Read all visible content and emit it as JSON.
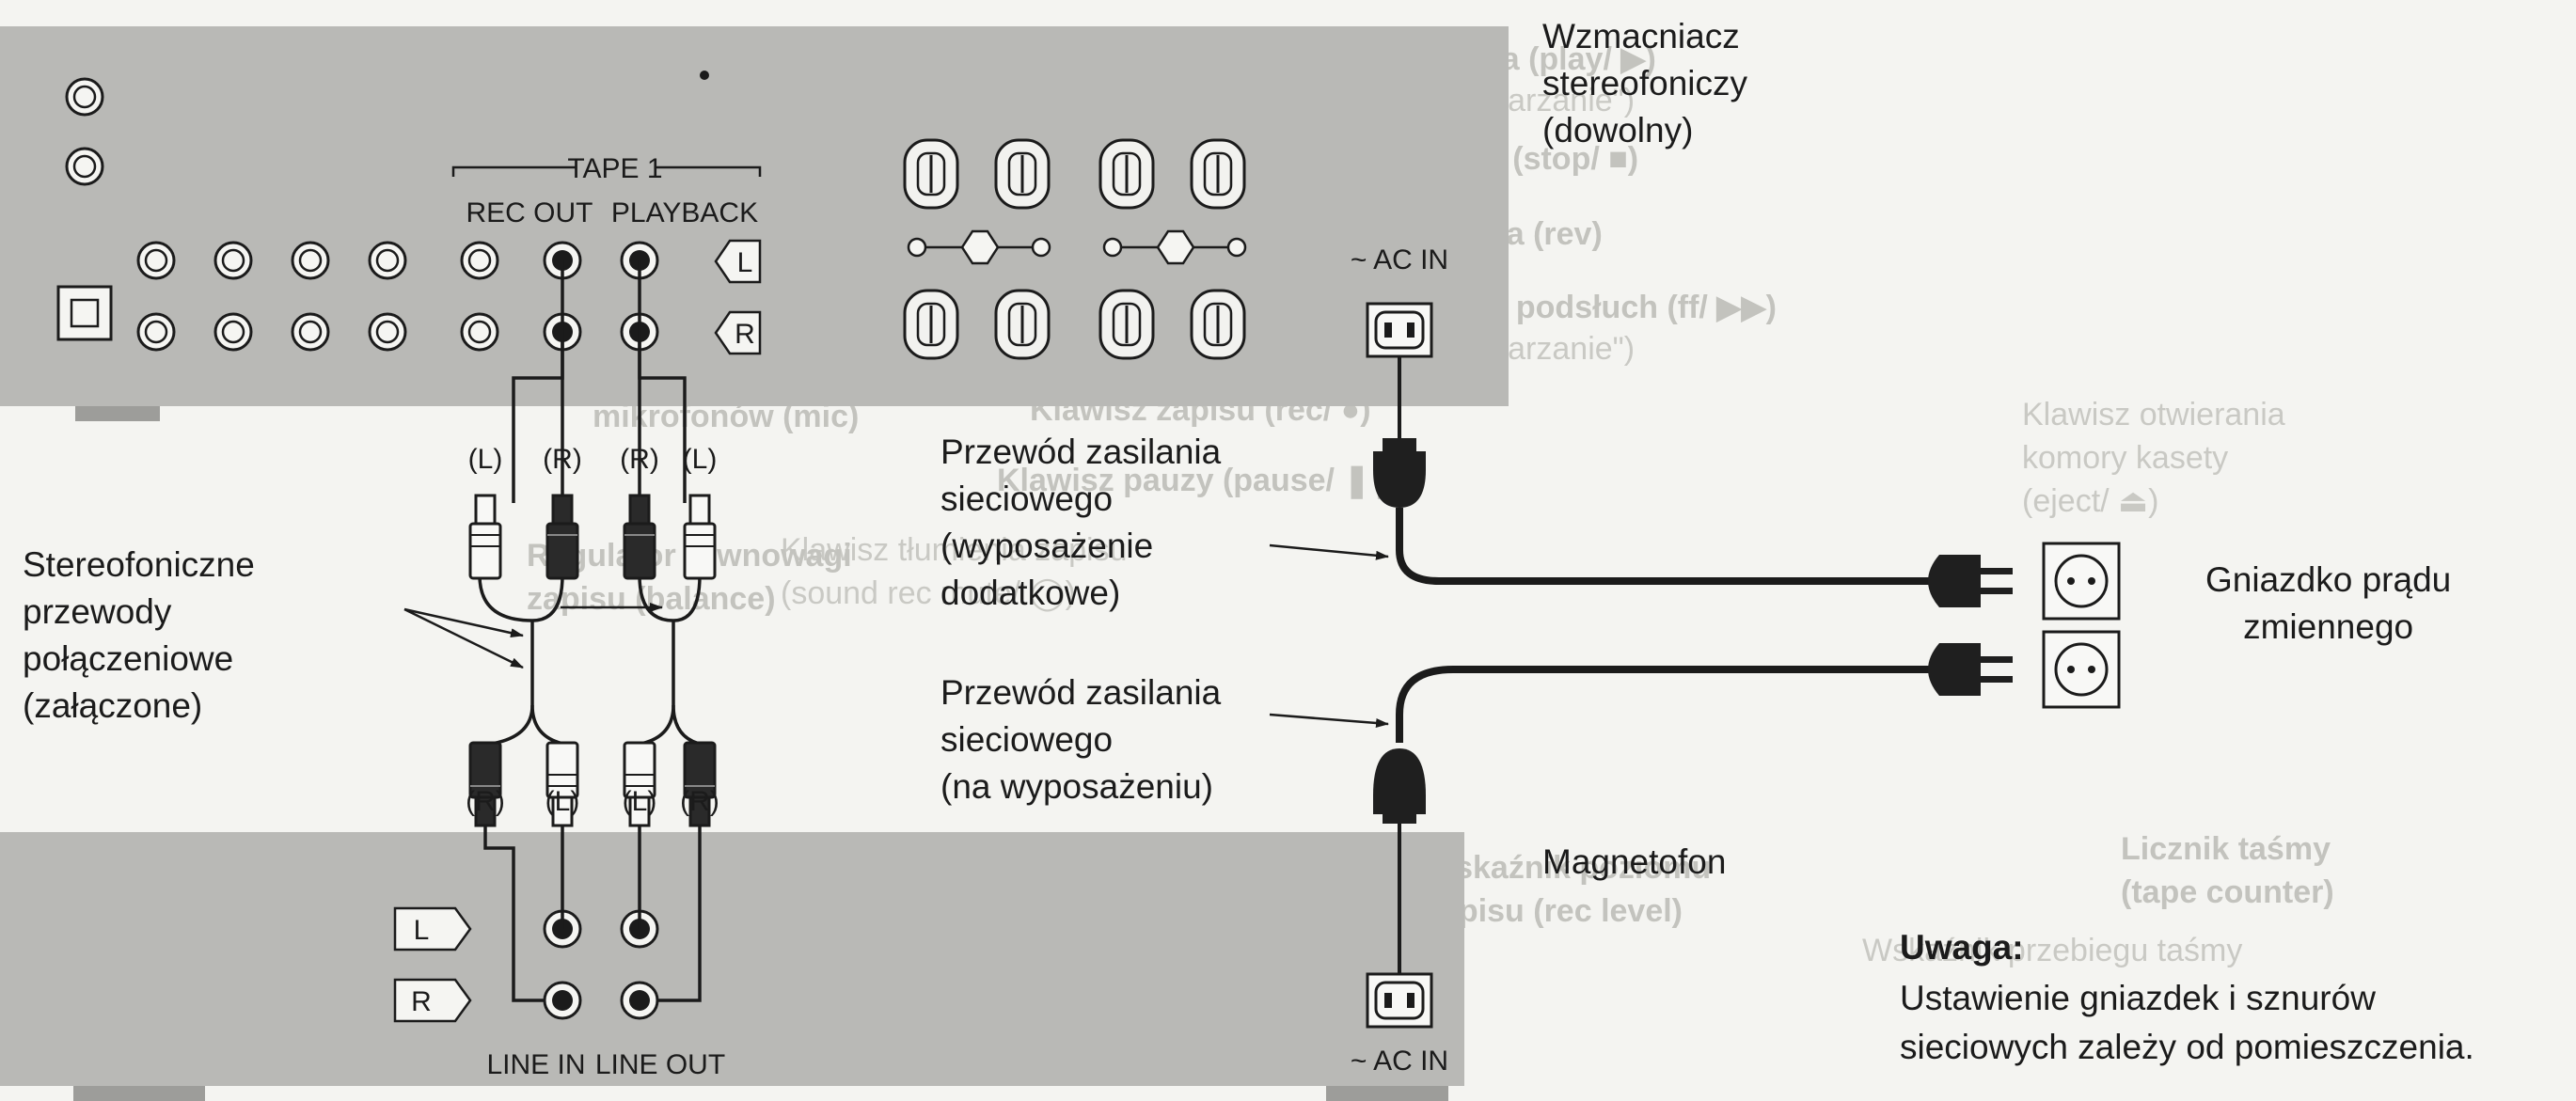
{
  "amplifier": {
    "tape_header": "TAPE 1",
    "rec_out": "REC OUT",
    "playback": "PLAYBACK",
    "ch_left": "L",
    "ch_right": "R",
    "ac_in": "~ AC IN",
    "label": "Wzmacniacz\nstereofoniczy\n(dowolny)"
  },
  "deck": {
    "ch_left": "L",
    "ch_right": "R",
    "line_in": "LINE IN",
    "line_out": "LINE OUT",
    "ac_in": "~ AC IN",
    "label": "Magnetofon"
  },
  "cables": {
    "upper_lr": [
      "(L)",
      "(R)",
      "(R)",
      "(L)"
    ],
    "lower_lr": [
      "(R)",
      "(L)",
      "(L)",
      "(R)"
    ],
    "stereo_label": "Stereofoniczne\nprzewody\npołączeniowe\n(załączone)"
  },
  "power": {
    "cord_optional": "Przewód zasilania\nsieciowego\n(wyposażenie\ndodatkowe)",
    "cord_included": "Przewód zasilania\nsieciowego\n(na wyposażeniu)",
    "outlet": "Gniazdko prądu\nzmiennego"
  },
  "note": {
    "title": "Uwaga:",
    "text": "Ustawienie gniazdek i sznurów\nsieciowych zależy od pomieszczenia."
  },
  "bleed_through": [
    "Klawisz odtwarzania (play/ ▶)",
    "(Patrz rozdział \"Odtwarzanie\")",
    "Klawisz zatrzymania (stop/ ■)",
    "Klawisz odtwarzania (rev)",
    "Klawisz przewijania podsłuch (ff/ ▶▶)",
    "(Patrz rozdział \"Odtwarzanie\")",
    "Klawisz zapisu (rec/ ●)",
    "Klawisz pauzy (pause/ ❚❚)",
    "Klawisz otwierania\nkomory kasety\n(eject/ ⏏)",
    "Gniazda podłączenia\nmikrofonów (mic)",
    "Klawisz tłumienia zapisu\n(sound rec mute/ ◯)",
    "Regulator równowagi\nzapisu (balance)",
    "Licznik taśmy\n(tape counter)",
    "Wskaźnik przebiegu taśmy",
    "Wskaźnik poziomu\nzapisu (rec level)"
  ]
}
